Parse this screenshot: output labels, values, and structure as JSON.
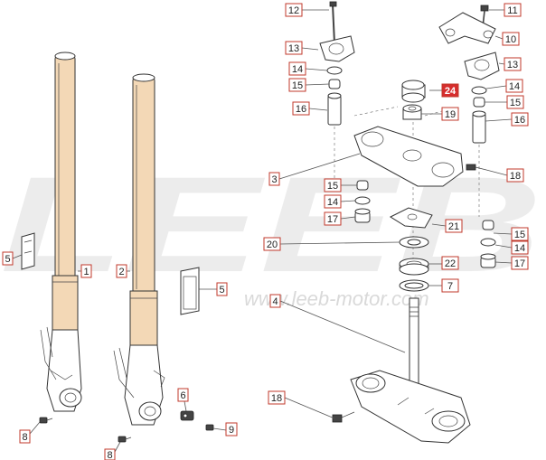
{
  "watermark": {
    "logo_text": "LEEB",
    "url_text": "www.leeb-motor.com"
  },
  "callouts": [
    {
      "id": "c1",
      "text": "1"
    },
    {
      "id": "c2",
      "text": "2"
    },
    {
      "id": "c3",
      "text": "3"
    },
    {
      "id": "c4",
      "text": "4"
    },
    {
      "id": "c5a",
      "text": "5"
    },
    {
      "id": "c5b",
      "text": "5"
    },
    {
      "id": "c6",
      "text": "6"
    },
    {
      "id": "c7",
      "text": "7"
    },
    {
      "id": "c8a",
      "text": "8"
    },
    {
      "id": "c8b",
      "text": "8"
    },
    {
      "id": "c9",
      "text": "9"
    },
    {
      "id": "c10",
      "text": "10"
    },
    {
      "id": "c11",
      "text": "11"
    },
    {
      "id": "c12",
      "text": "12"
    },
    {
      "id": "c13a",
      "text": "13"
    },
    {
      "id": "c13b",
      "text": "13"
    },
    {
      "id": "c14a",
      "text": "14"
    },
    {
      "id": "c14b",
      "text": "14"
    },
    {
      "id": "c14c",
      "text": "14"
    },
    {
      "id": "c14d",
      "text": "14"
    },
    {
      "id": "c15a",
      "text": "15"
    },
    {
      "id": "c15b",
      "text": "15"
    },
    {
      "id": "c15c",
      "text": "15"
    },
    {
      "id": "c15d",
      "text": "15"
    },
    {
      "id": "c16a",
      "text": "16"
    },
    {
      "id": "c16b",
      "text": "16"
    },
    {
      "id": "c17a",
      "text": "17"
    },
    {
      "id": "c17b",
      "text": "17"
    },
    {
      "id": "c18a",
      "text": "18"
    },
    {
      "id": "c18b",
      "text": "18"
    },
    {
      "id": "c19",
      "text": "19"
    },
    {
      "id": "c20",
      "text": "20"
    },
    {
      "id": "c21",
      "text": "21"
    },
    {
      "id": "c22",
      "text": "22"
    },
    {
      "id": "c24",
      "text": "24",
      "highlight": true
    }
  ],
  "colors": {
    "callout_border": "#c0392b",
    "highlight_fill": "#d62d2d",
    "fork_tube": "#f3d8b6",
    "watermark": "#e6e6e6"
  }
}
